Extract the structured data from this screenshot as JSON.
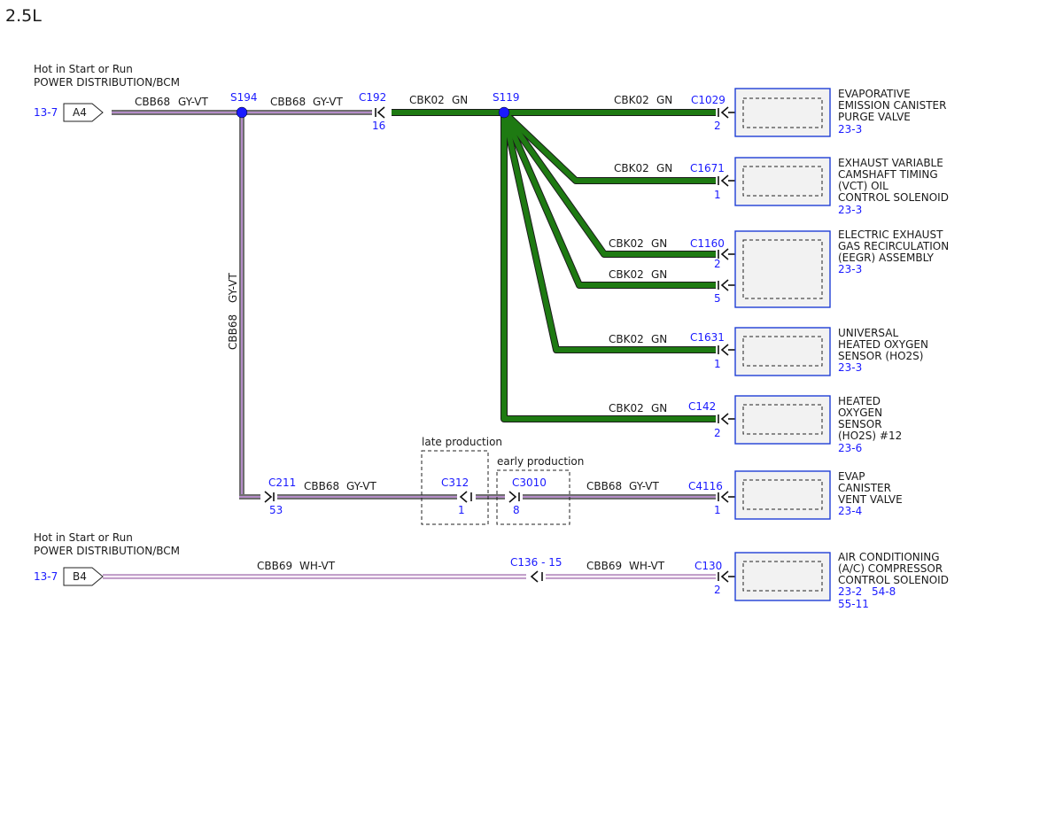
{
  "title": "2.5L",
  "sources": [
    {
      "line1": "Hot in Start or Run",
      "line2": "POWER DISTRIBUTION/BCM",
      "ref": "13-7",
      "tag": "A4"
    },
    {
      "line1": "Hot in Start or Run",
      "line2": "POWER DISTRIBUTION/BCM",
      "ref": "13-7",
      "tag": "B4"
    }
  ],
  "splices": {
    "s194": "S194",
    "s119": "S119"
  },
  "wires": {
    "cbb68": "CBB68",
    "gyvt": "GY-VT",
    "cbk02": "CBK02",
    "gn": "GN",
    "cbb69": "CBB69",
    "whvt": "WH-VT"
  },
  "connectors": {
    "c192": {
      "name": "C192",
      "pin": "16"
    },
    "c211": {
      "name": "C211",
      "pin": "53"
    },
    "c312": {
      "name": "C312",
      "pin": "1"
    },
    "c3010": {
      "name": "C3010",
      "pin": "8"
    },
    "c4116": {
      "name": "C4116",
      "pin": "1"
    },
    "c136": {
      "name": "C136  -  15"
    },
    "c130": {
      "name": "C130",
      "pin": "2"
    },
    "c1029": {
      "name": "C1029",
      "pin": "2"
    },
    "c1671": {
      "name": "C1671",
      "pin": "1"
    },
    "c1160": {
      "name": "C1160",
      "pin_a": "2",
      "pin_b": "5"
    },
    "c1631": {
      "name": "C1631",
      "pin": "1"
    },
    "c142": {
      "name": "C142",
      "pin": "2"
    }
  },
  "notes": {
    "late": "late production",
    "early": "early production"
  },
  "components": {
    "evap_purge": {
      "lines": [
        "EVAPORATIVE",
        "EMISSION CANISTER",
        "PURGE VALVE"
      ],
      "ref": "23-3"
    },
    "vct": {
      "lines": [
        "EXHAUST VARIABLE",
        "CAMSHAFT TIMING",
        "(VCT) OIL",
        "CONTROL SOLENOID"
      ],
      "ref": "23-3"
    },
    "eegr": {
      "lines": [
        "ELECTRIC EXHAUST",
        "GAS RECIRCULATION",
        "(EEGR) ASSEMBLY"
      ],
      "ref": "23-3"
    },
    "uho2s": {
      "lines": [
        "UNIVERSAL",
        "HEATED OXYGEN",
        "SENSOR (HO2S)"
      ],
      "ref": "23-3"
    },
    "ho2s12": {
      "lines": [
        "HEATED",
        "OXYGEN",
        "SENSOR",
        "(HO2S) #12"
      ],
      "ref": "23-6"
    },
    "evap_vent": {
      "lines": [
        "EVAP",
        "CANISTER",
        "VENT VALVE"
      ],
      "ref": "23-4"
    },
    "ac": {
      "lines": [
        "AIR CONDITIONING",
        "(A/C) COMPRESSOR",
        "CONTROL SOLENOID"
      ],
      "ref": "23-2",
      "ref2": "54-8",
      "ref3": "55-11"
    }
  },
  "colors": {
    "gn": "#1e7a12",
    "gyvt_outer": "#6f6f6f",
    "gyvt_inner": "#b48cc8",
    "whvt_outer": "#8a4a9a",
    "whvt_inner": "#f7eef7",
    "blue": "#1a1aff"
  }
}
